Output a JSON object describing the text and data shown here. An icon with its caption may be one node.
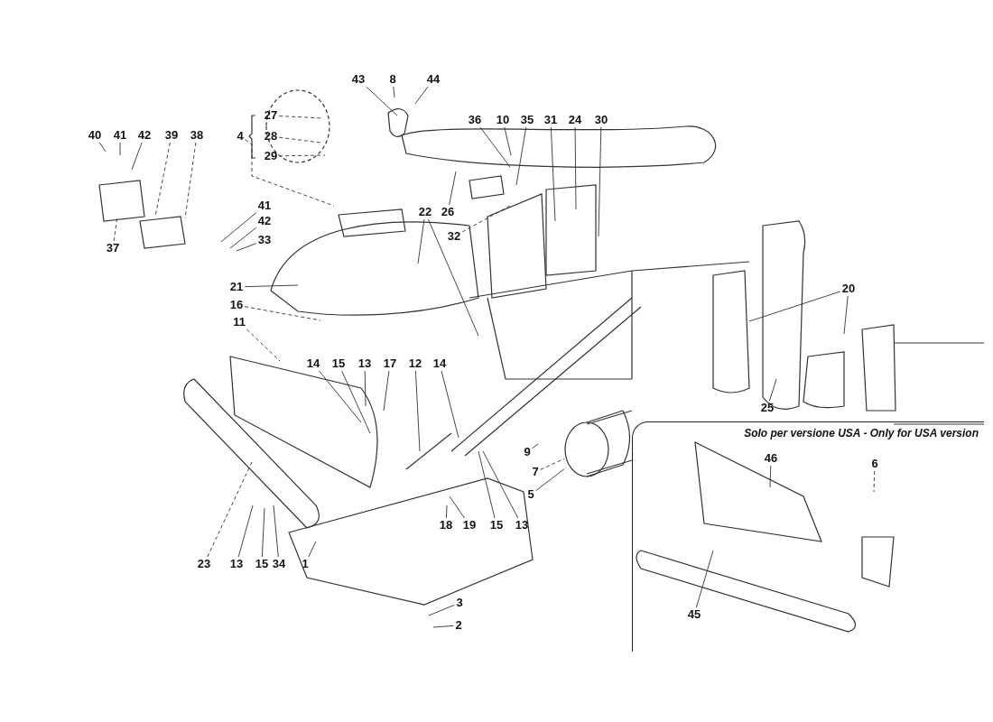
{
  "diagram": {
    "nodes": [
      {
        "text": [
          "43"
        ]
      },
      {
        "text": [
          "8"
        ]
      },
      {
        "text": [
          "44"
        ]
      },
      {
        "text": [
          "27"
        ]
      },
      {
        "text": [
          "36"
        ]
      },
      {
        "text": [
          "10"
        ]
      },
      {
        "text": [
          "35"
        ]
      },
      {
        "text": [
          "31"
        ]
      },
      {
        "text": [
          "24"
        ]
      },
      {
        "text": [
          "30"
        ]
      },
      {
        "text": [
          "40"
        ]
      },
      {
        "text": [
          "41"
        ]
      },
      {
        "text": [
          "42"
        ]
      },
      {
        "text": [
          "39"
        ]
      },
      {
        "text": [
          "38"
        ]
      },
      {
        "text": [
          "4"
        ]
      },
      {
        "text": [
          "28"
        ]
      },
      {
        "text": [
          "29"
        ]
      },
      {
        "text": [
          "41"
        ]
      },
      {
        "text": [
          "42"
        ]
      },
      {
        "text": [
          "22"
        ]
      },
      {
        "text": [
          "26"
        ]
      },
      {
        "text": [
          "33"
        ]
      },
      {
        "text": [
          "32"
        ]
      },
      {
        "text": [
          "37"
        ]
      },
      {
        "text": [
          "21"
        ]
      },
      {
        "text": [
          "20"
        ]
      },
      {
        "text": [
          "16"
        ]
      },
      {
        "text": [
          "11"
        ]
      },
      {
        "text": [
          "14"
        ]
      },
      {
        "text": [
          "15"
        ]
      },
      {
        "text": [
          "13"
        ]
      },
      {
        "text": [
          "17"
        ]
      },
      {
        "text": [
          "12"
        ]
      },
      {
        "text": [
          "14"
        ]
      },
      {
        "text": [
          "25"
        ]
      },
      {
        "text": [
          "Solo per versione USA - Only for USA version"
        ]
      },
      {
        "text": [
          "9"
        ]
      },
      {
        "text": [
          "46"
        ],
        "in": 36
      },
      {
        "text": [
          "6"
        ],
        "in": 36
      },
      {
        "text": [
          "7"
        ]
      },
      {
        "text": [
          "5"
        ]
      },
      {
        "text": [
          "18"
        ]
      },
      {
        "text": [
          "19"
        ]
      },
      {
        "text": [
          "15"
        ]
      },
      {
        "text": [
          "13"
        ]
      },
      {
        "text": [
          "23"
        ]
      },
      {
        "text": [
          "13"
        ]
      },
      {
        "text": [
          "15"
        ]
      },
      {
        "text": [
          "34"
        ]
      },
      {
        "text": [
          "1"
        ]
      },
      {
        "text": [
          "3"
        ]
      },
      {
        "text": [
          "45"
        ],
        "in": 36
      },
      {
        "text": [
          "2"
        ]
      },
      {
        "text": [],
        "shape": "cylinder"
      }
    ],
    "edges": [
      {
        "from": 0,
        "to": null,
        "arrow": "none"
      },
      {
        "from": 1,
        "to": null,
        "arrow": "none"
      },
      {
        "from": 2,
        "to": null,
        "arrow": "none"
      },
      {
        "from": 3,
        "to": null,
        "arrow": "none",
        "style": "dashed"
      },
      {
        "from": 4,
        "to": null,
        "arrow": "none"
      },
      {
        "from": 5,
        "to": null,
        "arrow": "none"
      },
      {
        "from": 6,
        "to": null,
        "arrow": "none"
      },
      {
        "from": 7,
        "to": null,
        "arrow": "none"
      },
      {
        "from": 8,
        "to": null,
        "arrow": "none"
      },
      {
        "from": 9,
        "to": null,
        "arrow": "none"
      },
      {
        "from": 10,
        "to": null,
        "arrow": "none"
      },
      {
        "from": 11,
        "to": null,
        "arrow": "none"
      },
      {
        "from": 12,
        "to": null,
        "arrow": "none"
      },
      {
        "from": 13,
        "to": null,
        "arrow": "none",
        "style": "dashed"
      },
      {
        "from": 14,
        "to": null,
        "arrow": "none",
        "style": "dashed"
      },
      {
        "from": 15,
        "to": null,
        "arrow": "none",
        "style": "dashed"
      },
      {
        "from": 16,
        "to": null,
        "arrow": "none",
        "style": "dashed"
      },
      {
        "from": 17,
        "to": null,
        "arrow": "none",
        "style": "dashed"
      },
      {
        "from": 18,
        "to": null,
        "arrow": "none"
      },
      {
        "from": 19,
        "to": null,
        "arrow": "none"
      },
      {
        "from": 20,
        "to": null,
        "arrow": "none"
      },
      {
        "from": 20,
        "to": null,
        "arrow": "none"
      },
      {
        "from": 21,
        "to": null,
        "arrow": "none"
      },
      {
        "from": 22,
        "to": null,
        "arrow": "none"
      },
      {
        "from": 23,
        "to": null,
        "arrow": "none",
        "style": "dashed"
      },
      {
        "from": 24,
        "to": null,
        "arrow": "none",
        "style": "dashed"
      },
      {
        "from": 25,
        "to": null,
        "arrow": "none"
      },
      {
        "from": 26,
        "to": null,
        "arrow": "none"
      },
      {
        "from": 26,
        "to": null,
        "arrow": "none"
      },
      {
        "from": 27,
        "to": null,
        "arrow": "none",
        "style": "dashed"
      },
      {
        "from": 28,
        "to": null,
        "arrow": "none",
        "style": "dashed"
      },
      {
        "from": 29,
        "to": null,
        "arrow": "none"
      },
      {
        "from": 30,
        "to": null,
        "arrow": "none"
      },
      {
        "from": 31,
        "to": null,
        "arrow": "none"
      },
      {
        "from": 32,
        "to": null,
        "arrow": "none"
      },
      {
        "from": 33,
        "to": null,
        "arrow": "none"
      },
      {
        "from": 34,
        "to": null,
        "arrow": "none"
      },
      {
        "from": 35,
        "to": null,
        "arrow": "none"
      },
      {
        "from": 37,
        "to": null,
        "arrow": "none"
      },
      {
        "from": 38,
        "to": null,
        "arrow": "none"
      },
      {
        "from": 39,
        "to": null,
        "arrow": "none",
        "style": "dashed"
      },
      {
        "from": 40,
        "to": 54,
        "arrow": "none",
        "style": "dashed"
      },
      {
        "from": 41,
        "to": 54,
        "arrow": "none"
      },
      {
        "from": 42,
        "to": null,
        "arrow": "none"
      },
      {
        "from": 43,
        "to": null,
        "arrow": "none"
      },
      {
        "from": 44,
        "to": null,
        "arrow": "none"
      },
      {
        "from": 45,
        "to": null,
        "arrow": "none"
      },
      {
        "from": 46,
        "to": null,
        "arrow": "none",
        "style": "dashed"
      },
      {
        "from": 47,
        "to": null,
        "arrow": "none"
      },
      {
        "from": 48,
        "to": null,
        "arrow": "none"
      },
      {
        "from": 49,
        "to": null,
        "arrow": "none"
      },
      {
        "from": 50,
        "to": null,
        "arrow": "none"
      },
      {
        "from": 51,
        "to": null,
        "arrow": "none"
      },
      {
        "from": 52,
        "to": null,
        "arrow": "none"
      },
      {
        "from": 53,
        "to": null,
        "arrow": "none"
      }
    ]
  }
}
